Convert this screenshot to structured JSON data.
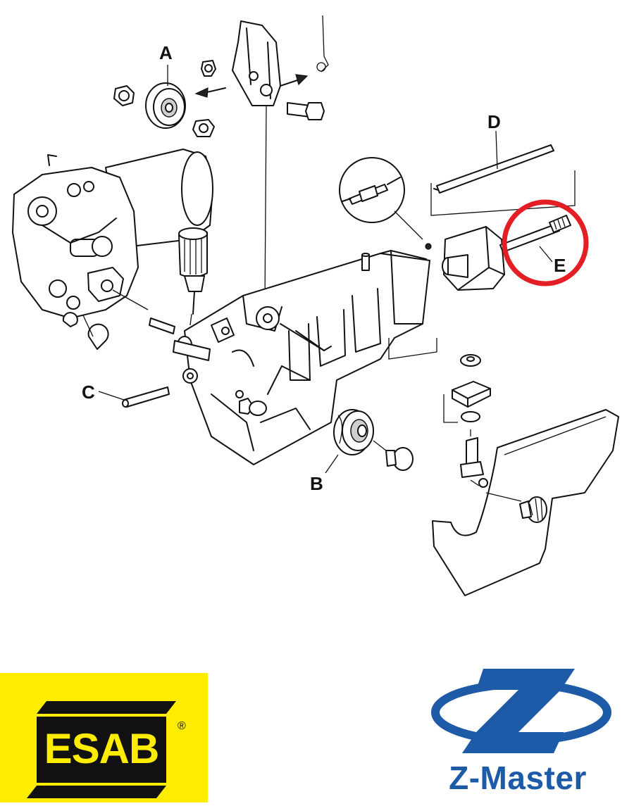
{
  "labels": {
    "a": "A",
    "b": "B",
    "c": "C",
    "d": "D",
    "e": "E"
  },
  "highlight": {
    "target": "E",
    "color": "#e31e24"
  },
  "logos": {
    "esab": {
      "text": "ESAB",
      "registered": "®",
      "background": "#ffed00"
    },
    "zmaster": {
      "text": "Z-Master",
      "color": "#1d5aa8"
    }
  }
}
